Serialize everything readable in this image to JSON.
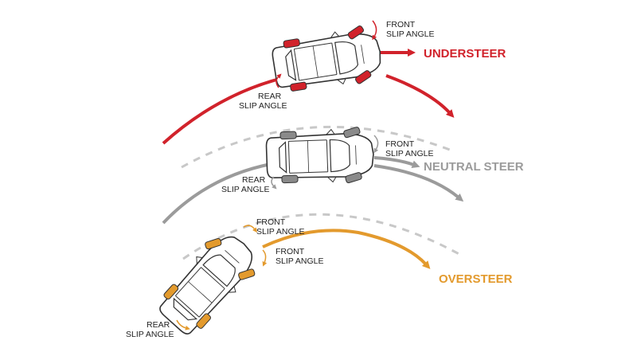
{
  "colors": {
    "understeer": "#d1222b",
    "neutral": "#9b9b9b",
    "oversteer": "#e39a2d",
    "outline": "#333333",
    "dashed": "#c8c8c8"
  },
  "understeer": {
    "label": "UNDERSTEER",
    "front_slip": [
      "FRONT",
      "SLIP ANGLE"
    ],
    "rear_slip": [
      "REAR",
      "SLIP ANGLE"
    ]
  },
  "neutral": {
    "label": "NEUTRAL STEER",
    "front_slip": [
      "FRONT",
      "SLIP ANGLE"
    ],
    "rear_slip": [
      "REAR",
      "SLIP ANGLE"
    ]
  },
  "oversteer": {
    "label": "OVERSTEER",
    "front_slip_top": [
      "FRONT",
      "SLIP ANGLE"
    ],
    "front_slip_side": [
      "FRONT",
      "SLIP ANGLE"
    ],
    "rear_slip": [
      "REAR",
      "SLIP ANGLE"
    ]
  },
  "icons": [
    "car-icon",
    "tire-icon",
    "slip-angle-arrow-icon",
    "direction-arrow-icon"
  ]
}
